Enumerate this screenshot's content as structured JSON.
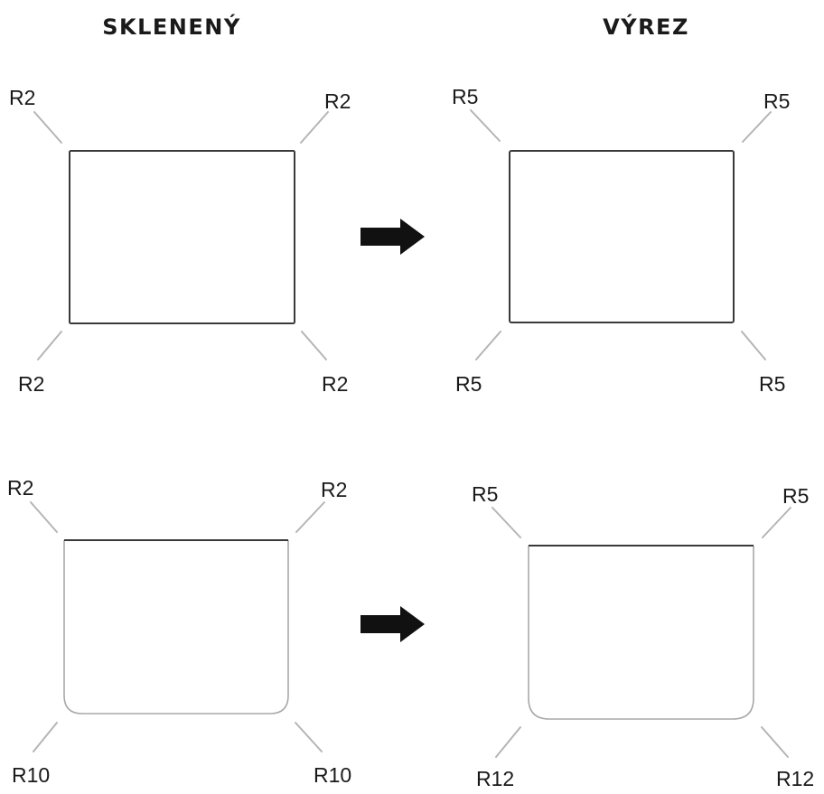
{
  "headings": {
    "left": "SKLENENÝ",
    "right": "VÝREZ"
  },
  "labels": {
    "r2": "R2",
    "r5": "R5",
    "r10": "R10",
    "r12": "R12"
  },
  "colors": {
    "text": "#1a1a1a",
    "shape_outline": "#3a3a3a",
    "leader_line": "#b5b5b5",
    "arrow": "#111111"
  },
  "icons": {
    "arrow": "right-arrow-icon"
  }
}
